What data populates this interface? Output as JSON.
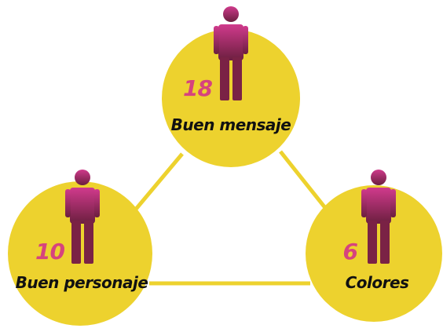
{
  "colors": {
    "circle": "#EDD22E",
    "connector": "#EDD22E",
    "figure_top": "#D03A8C",
    "figure_bottom": "#6B1F3F",
    "count_text": "#D6437E",
    "label_text": "#111111"
  },
  "nodes": [
    {
      "id": "buen-mensaje",
      "label": "Buen mensaje",
      "count": "18",
      "icon": "person-icon"
    },
    {
      "id": "buen-personaje",
      "label": "Buen personaje",
      "count": "10",
      "icon": "person-icon"
    },
    {
      "id": "colores",
      "label": "Colores",
      "count": "6",
      "icon": "person-icon"
    }
  ]
}
